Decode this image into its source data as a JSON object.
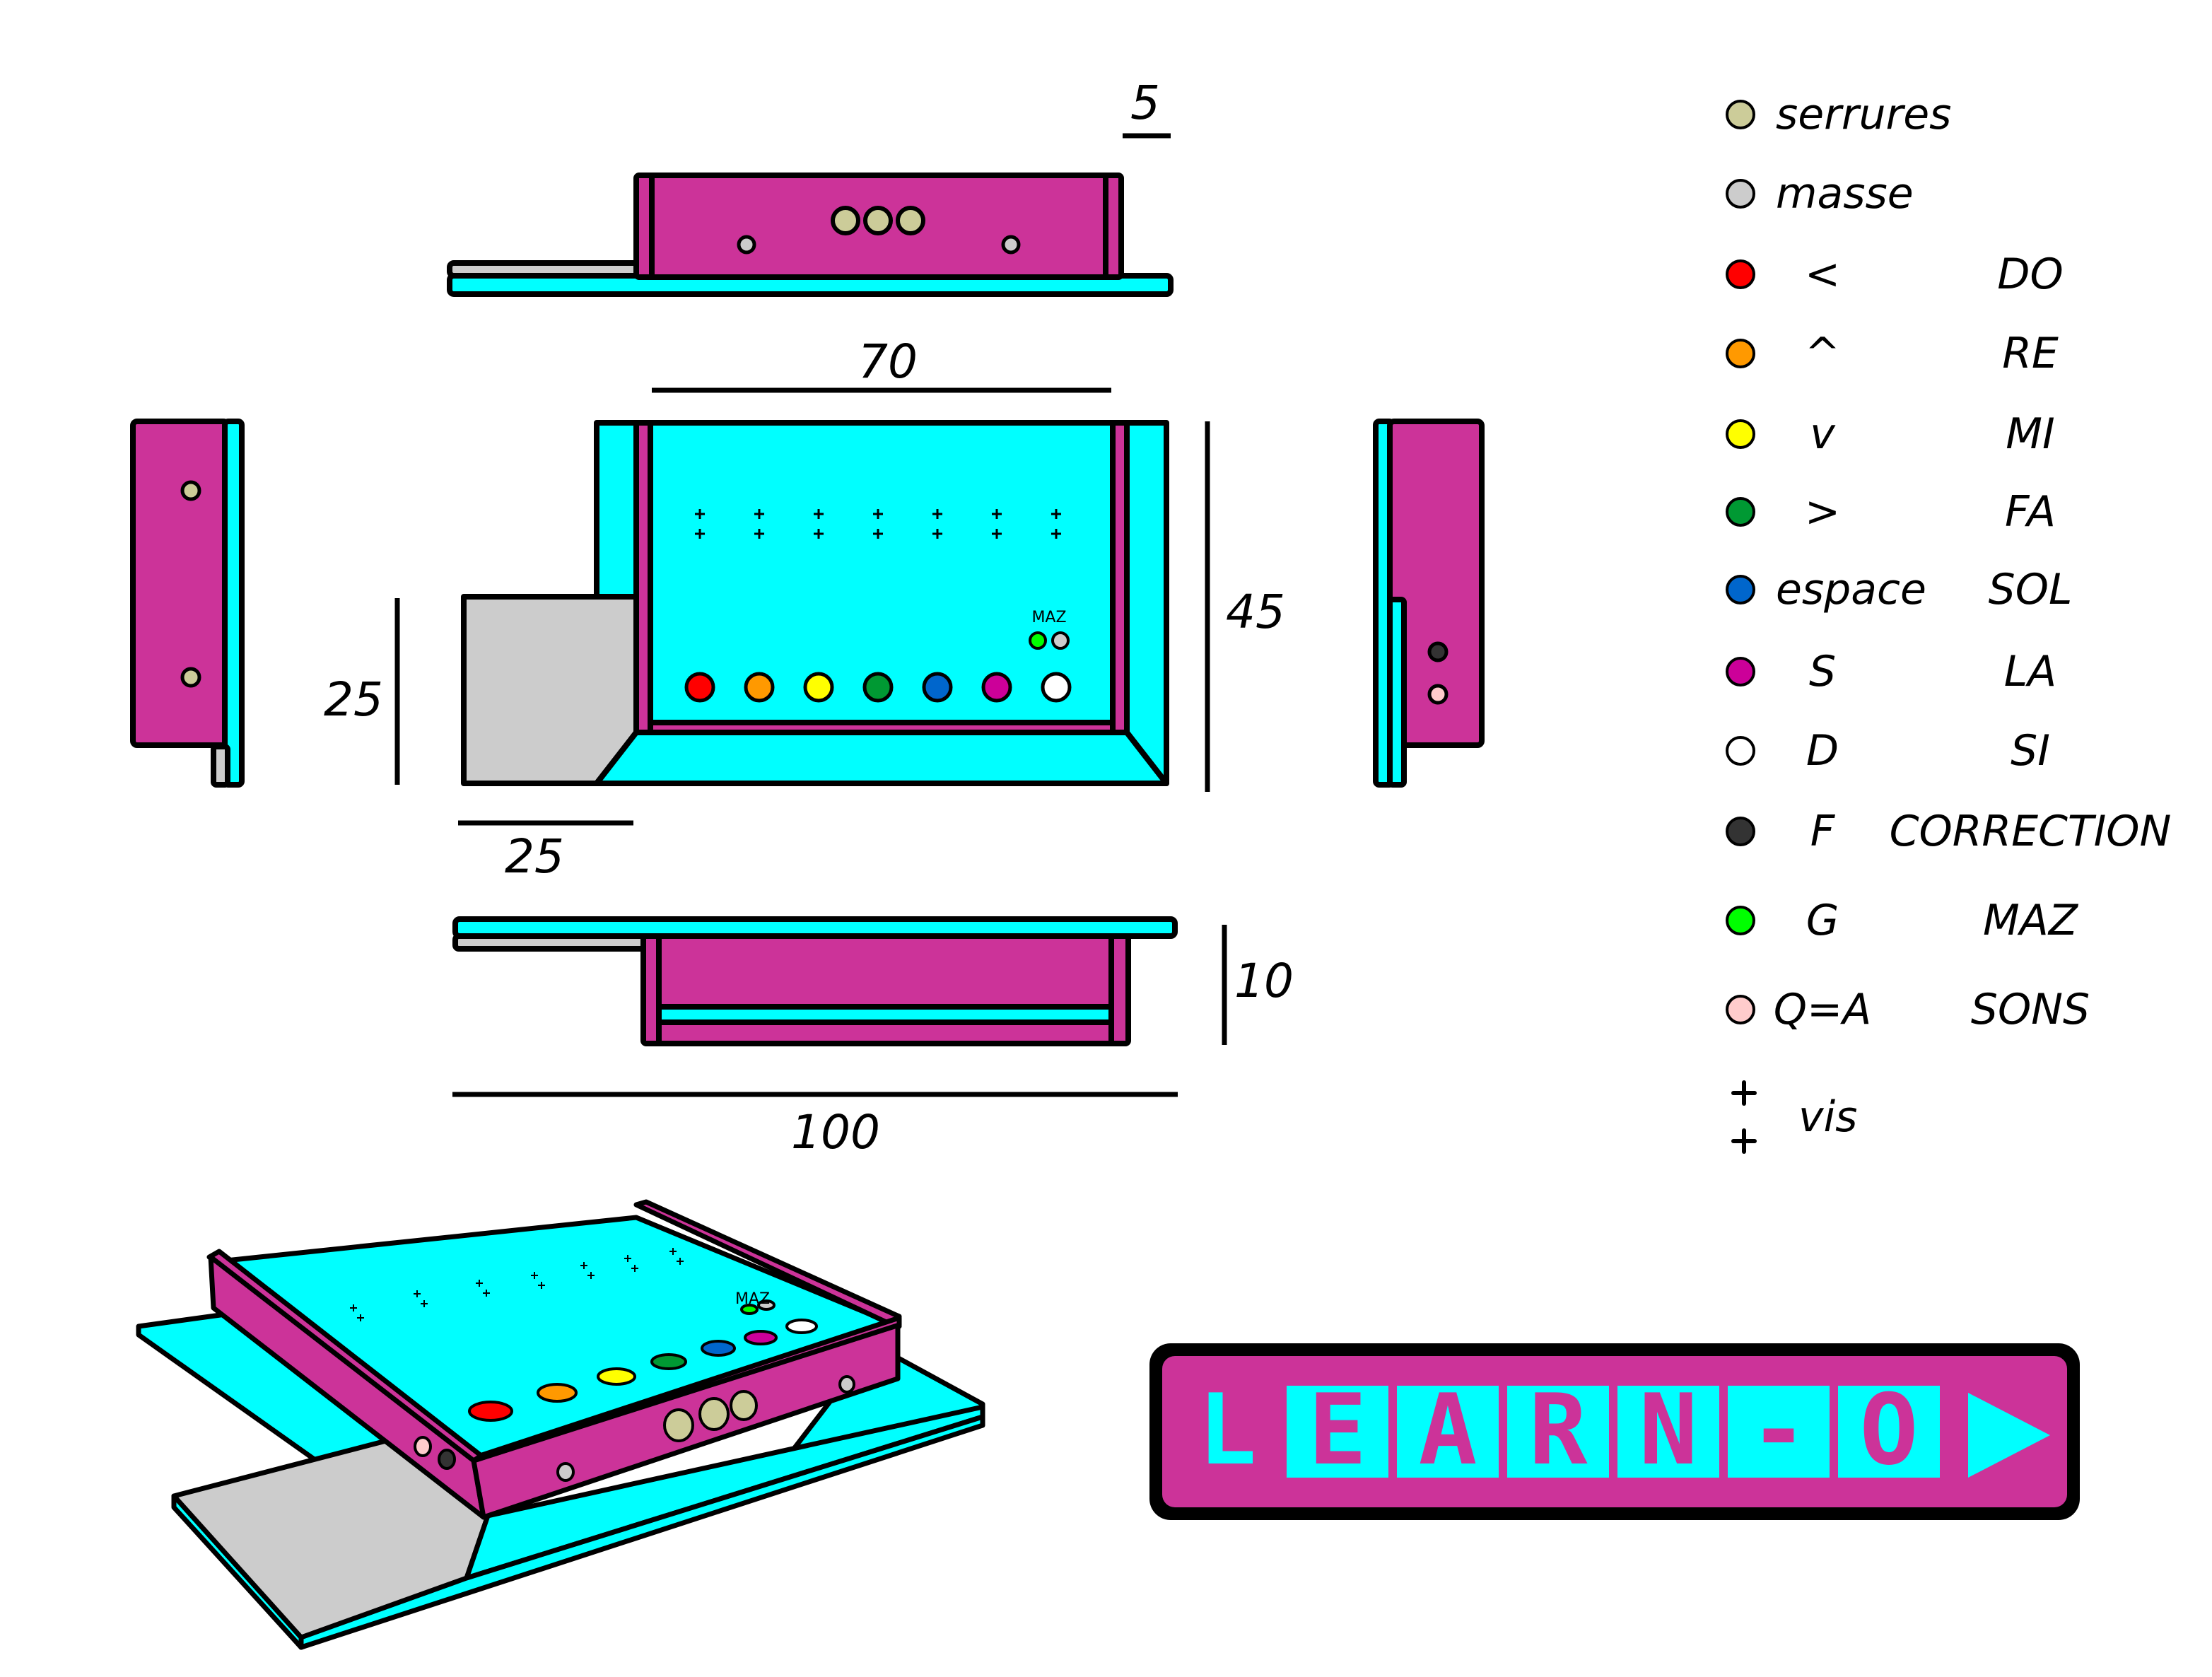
{
  "colors": {
    "magenta": "#CC3399",
    "cyan": "#00FFFF",
    "grey": "#CCCCCC",
    "outline": "#000000",
    "logo_back": "#CC3399"
  },
  "dimensions": {
    "thickness": "5",
    "width_inner": "70",
    "depth": "45",
    "ramp_height": "25",
    "ramp_width": "25",
    "height": "10",
    "total_width": "100"
  },
  "panel": {
    "maz_label": "MAZ"
  },
  "legend": [
    {
      "key": "serrures",
      "note": "",
      "color": "#CCCC99"
    },
    {
      "key": "masse",
      "note": "",
      "color": "#CCCCCC"
    },
    {
      "key": "<",
      "note": "DO",
      "color": "#FF0000"
    },
    {
      "key": "^",
      "note": "RE",
      "color": "#FF9900"
    },
    {
      "key": "v",
      "note": "MI",
      "color": "#FFFF00"
    },
    {
      "key": ">",
      "note": "FA",
      "color": "#009933"
    },
    {
      "key": "espace",
      "note": "SOL",
      "color": "#0066CC"
    },
    {
      "key": "S",
      "note": "LA",
      "color": "#CC0099"
    },
    {
      "key": "D",
      "note": "SI",
      "color": "#FFFFFF"
    },
    {
      "key": "F",
      "note": "CORRECTION",
      "color": "#333333"
    },
    {
      "key": "G",
      "note": "MAZ",
      "color": "#00FF00"
    },
    {
      "key": "Q=A",
      "note": "SONS",
      "color": "#FFCCCC"
    }
  ],
  "legend_screw": {
    "key": "vis",
    "icon": "plus-plus-icon"
  },
  "logo": {
    "letters": [
      "L",
      "E",
      "A",
      "R",
      "N",
      "-",
      "O"
    ],
    "icon": "play-triangle-icon"
  }
}
